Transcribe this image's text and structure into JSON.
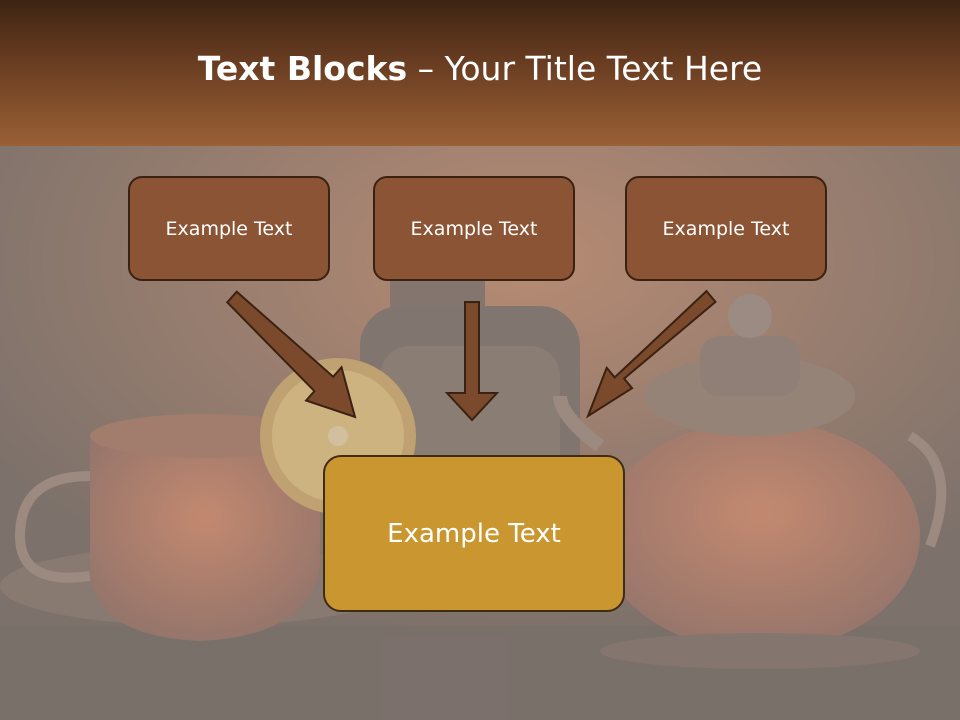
{
  "slide": {
    "title_bold": "Text Blocks",
    "title_rest": " – Your Title Text Here"
  },
  "boxes": {
    "top_left": "Example Text",
    "top_middle": "Example Text",
    "top_right": "Example Text",
    "center": "Example Text"
  },
  "colors": {
    "header_dark": "#3d2413",
    "header_light": "#9a6036",
    "box_brown": "#8b5434",
    "box_gold": "#c9962f",
    "arrow": "#7b4a2c",
    "border": "#3a2212"
  },
  "background": {
    "icons": [
      "teacup-icon",
      "lemon-slice-icon",
      "tea-jar-icon",
      "teapot-icon"
    ]
  }
}
